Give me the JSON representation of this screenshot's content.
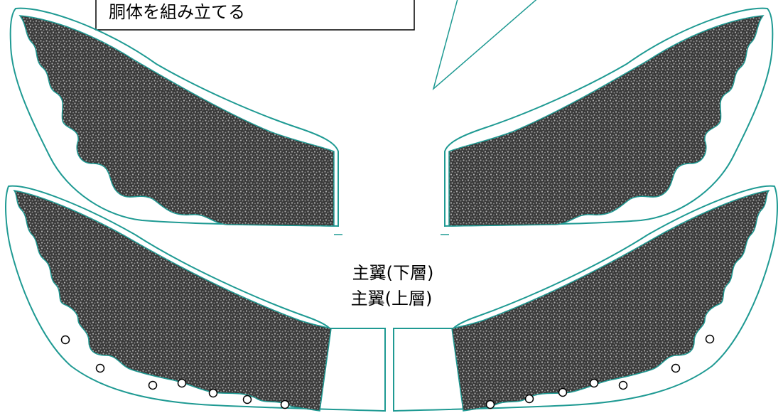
{
  "callout": {
    "text": "胴体を組み立てる"
  },
  "labels": {
    "main_wing_lower": "主翼(下層)",
    "main_wing_upper": "主翼(上層)"
  },
  "colors": {
    "outline": "#1f9a93",
    "fill_dark": "#3a3a3a",
    "fill_dots": "#9a9a9a",
    "callout_border": "#000000",
    "background": "#ffffff"
  }
}
